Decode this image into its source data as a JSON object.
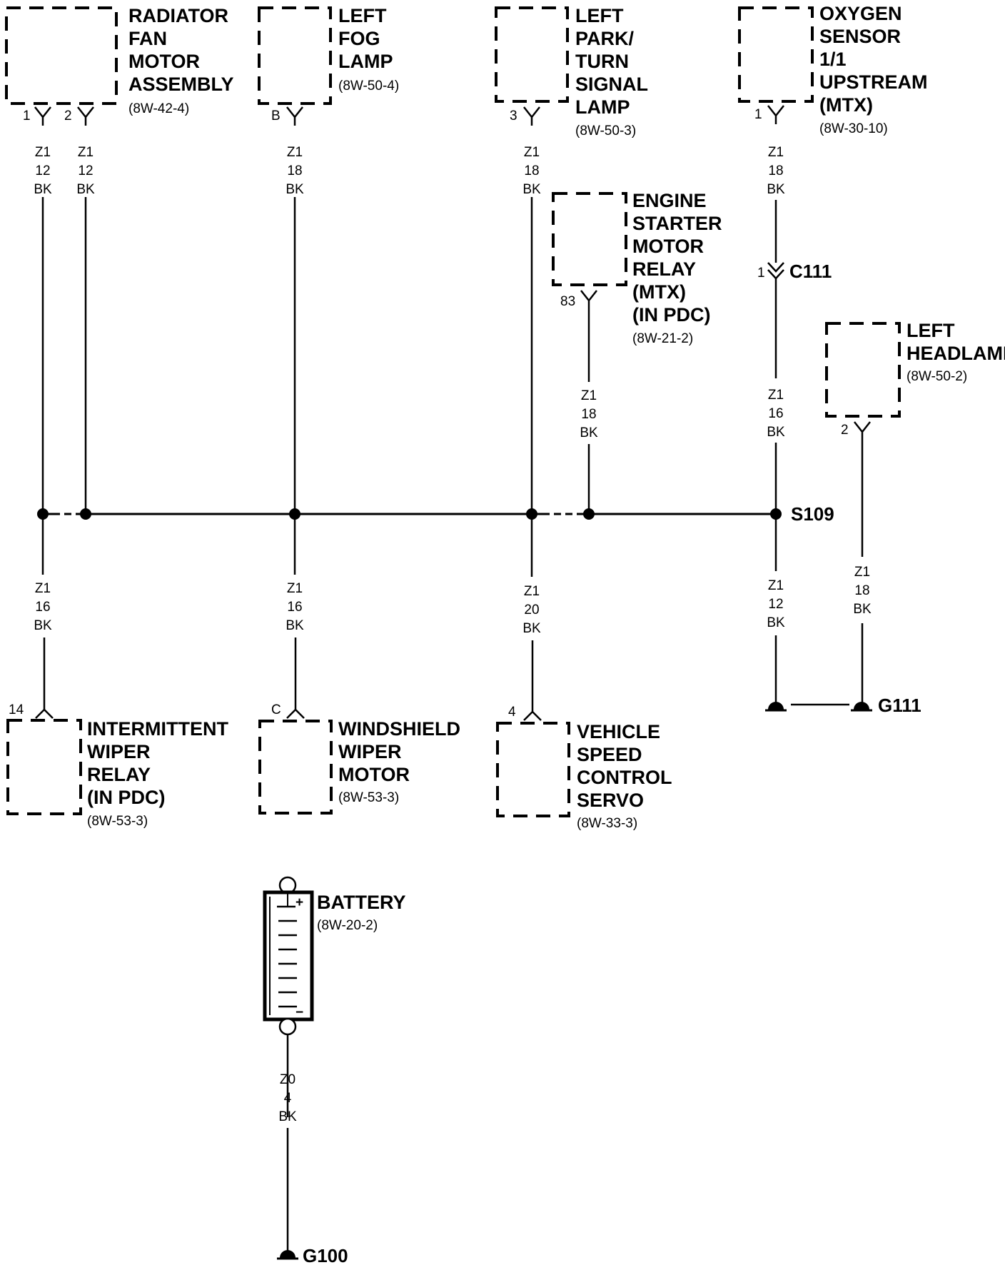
{
  "components": [
    {
      "id": "radiator",
      "name": [
        "RADIATOR",
        "FAN",
        "MOTOR",
        "ASSEMBLY"
      ],
      "ref": "(8W-42-4)"
    },
    {
      "id": "fog",
      "name": [
        "LEFT",
        "FOG",
        "LAMP"
      ],
      "ref": "(8W-50-4)"
    },
    {
      "id": "park",
      "name": [
        "LEFT",
        "PARK/",
        "TURN",
        "SIGNAL",
        "LAMP"
      ],
      "ref": "(8W-50-3)"
    },
    {
      "id": "oxygen",
      "name": [
        "OXYGEN",
        "SENSOR",
        "1/1",
        "UPSTREAM",
        "(MTX)"
      ],
      "ref": "(8W-30-10)"
    },
    {
      "id": "starter",
      "name": [
        "ENGINE",
        "STARTER",
        "MOTOR",
        "RELAY",
        "(MTX)",
        "(IN PDC)"
      ],
      "ref": "(8W-21-2)"
    },
    {
      "id": "headlamp",
      "name": [
        "LEFT",
        "HEADLAMP"
      ],
      "ref": "(8W-50-2)"
    },
    {
      "id": "wiper_relay",
      "name": [
        "INTERMITTENT",
        "WIPER",
        "RELAY",
        "(IN PDC)"
      ],
      "ref": "(8W-53-3)"
    },
    {
      "id": "wiper_motor",
      "name": [
        "WINDSHIELD",
        "WIPER",
        "MOTOR"
      ],
      "ref": "(8W-53-3)"
    },
    {
      "id": "speed",
      "name": [
        "VEHICLE",
        "SPEED",
        "CONTROL",
        "SERVO"
      ],
      "ref": "(8W-33-3)"
    },
    {
      "id": "battery",
      "name": [
        "BATTERY"
      ],
      "ref": "(8W-20-2)"
    }
  ],
  "pins": [
    {
      "id": "radiator_1",
      "label": "1"
    },
    {
      "id": "radiator_2",
      "label": "2"
    },
    {
      "id": "fog_b",
      "label": "B"
    },
    {
      "id": "park_3",
      "label": "3"
    },
    {
      "id": "oxygen_1",
      "label": "1"
    },
    {
      "id": "starter_83",
      "label": "83"
    },
    {
      "id": "headlamp_2",
      "label": "2"
    },
    {
      "id": "c111_1",
      "label": "1"
    },
    {
      "id": "wiper_relay_14",
      "label": "14"
    },
    {
      "id": "wiper_motor_c",
      "label": "C"
    },
    {
      "id": "speed_4",
      "label": "4"
    }
  ],
  "wires": [
    {
      "id": "w_rad1",
      "lines": [
        "Z1",
        "12",
        "BK"
      ]
    },
    {
      "id": "w_rad2",
      "lines": [
        "Z1",
        "12",
        "BK"
      ]
    },
    {
      "id": "w_fog",
      "lines": [
        "Z1",
        "18",
        "BK"
      ]
    },
    {
      "id": "w_park",
      "lines": [
        "Z1",
        "18",
        "BK"
      ]
    },
    {
      "id": "w_oxy",
      "lines": [
        "Z1",
        "18",
        "BK"
      ]
    },
    {
      "id": "w_starter",
      "lines": [
        "Z1",
        "18",
        "BK"
      ]
    },
    {
      "id": "w_c111",
      "lines": [
        "Z1",
        "16",
        "BK"
      ]
    },
    {
      "id": "w_head",
      "lines": [
        "Z1",
        "18",
        "BK"
      ]
    },
    {
      "id": "w_wrelay",
      "lines": [
        "Z1",
        "16",
        "BK"
      ]
    },
    {
      "id": "w_wmotor",
      "lines": [
        "Z1",
        "16",
        "BK"
      ]
    },
    {
      "id": "w_speed",
      "lines": [
        "Z1",
        "20",
        "BK"
      ]
    },
    {
      "id": "w_s109",
      "lines": [
        "Z1",
        "12",
        "BK"
      ]
    },
    {
      "id": "w_batt",
      "lines": [
        "Z0",
        "4",
        "BK"
      ]
    }
  ],
  "nodes": {
    "connector": "C111",
    "splice": "S109",
    "ground_1": "G111",
    "ground_2": "G100"
  },
  "battery_terminals": {
    "positive": "+",
    "negative": "−"
  }
}
